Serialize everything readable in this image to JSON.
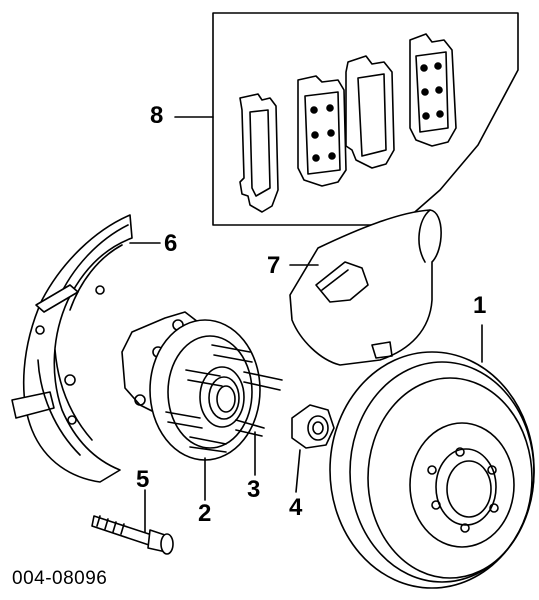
{
  "callouts": {
    "c1": "1",
    "c2": "2",
    "c3": "3",
    "c4": "4",
    "c5": "5",
    "c6": "6",
    "c7": "7",
    "c8": "8"
  },
  "figure_code": "004-08096",
  "colors": {
    "line": "#000000",
    "fill": "#ffffff"
  }
}
